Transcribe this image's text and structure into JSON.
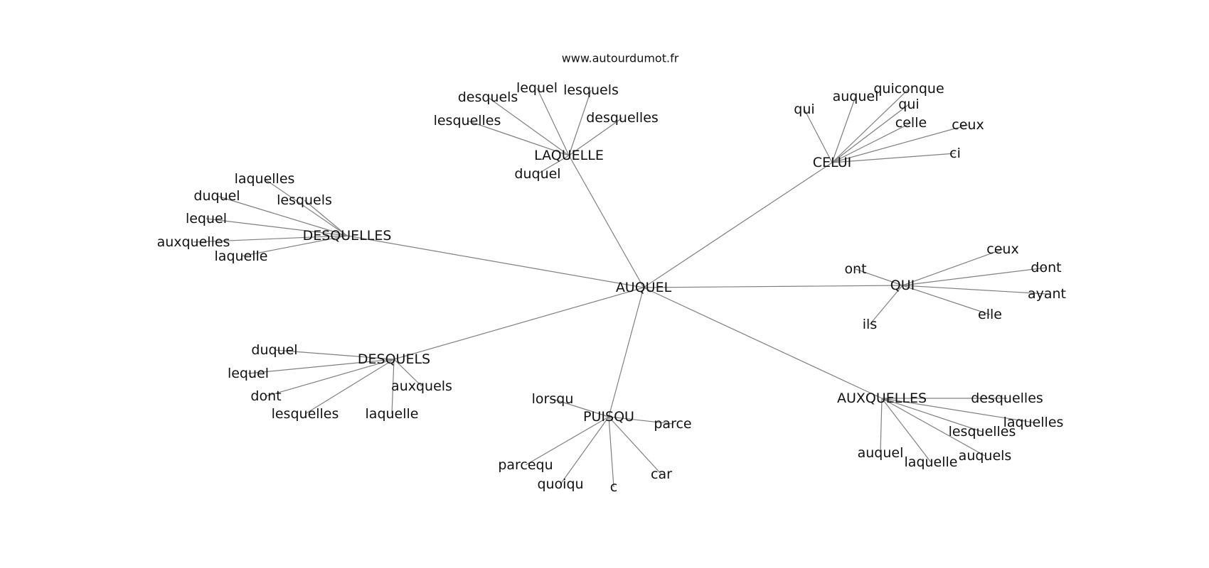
{
  "watermark": "www.autourdumot.fr",
  "graph": {
    "root": "AUQUEL",
    "hubs": [
      {
        "id": "laquelle",
        "label": "LAQUELLE",
        "leaves": [
          "desquels",
          "lequel",
          "lesquels",
          "desquelles",
          "lesquelles",
          "duquel"
        ]
      },
      {
        "id": "celui",
        "label": "CELUI",
        "leaves": [
          "qui",
          "auquel",
          "quiconque",
          "qui",
          "celle",
          "ceux",
          "ci"
        ]
      },
      {
        "id": "desquelles",
        "label": "DESQUELLES",
        "leaves": [
          "laquelles",
          "duquel",
          "lesquels",
          "lequel",
          "auxquelles",
          "laquelle"
        ]
      },
      {
        "id": "qui",
        "label": "QUI",
        "leaves": [
          "ceux",
          "ont",
          "dont",
          "ayant",
          "elle",
          "ils"
        ]
      },
      {
        "id": "desquels",
        "label": "DESQUELS",
        "leaves": [
          "duquel",
          "lequel",
          "auxquels",
          "dont",
          "lesquelles",
          "laquelle"
        ]
      },
      {
        "id": "puisqu",
        "label": "PUISQU",
        "leaves": [
          "lorsqu",
          "parce",
          "parcequ",
          "quoiqu",
          "c",
          "car"
        ]
      },
      {
        "id": "auxquelles",
        "label": "AUXQUELLES",
        "leaves": [
          "desquelles",
          "laquelles",
          "lesquelles",
          "auquel",
          "laquelle",
          "auquels"
        ]
      }
    ]
  }
}
